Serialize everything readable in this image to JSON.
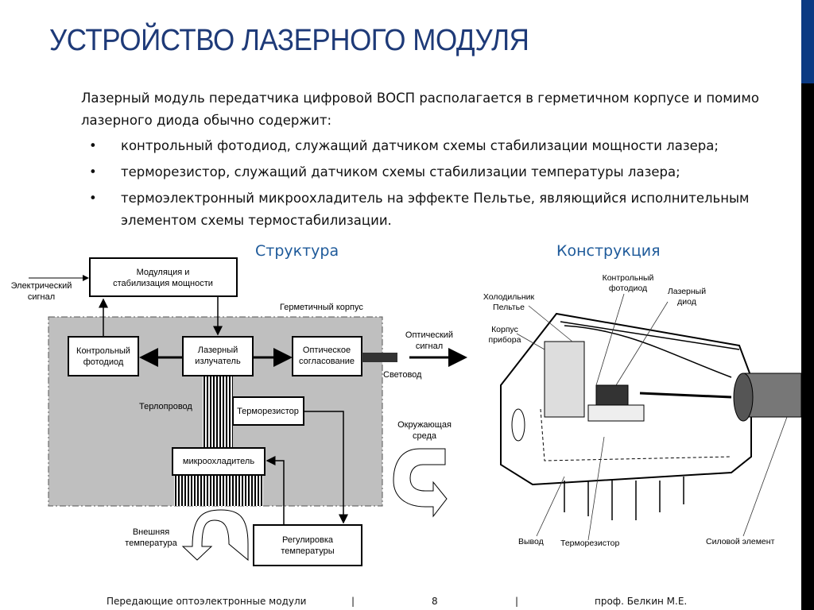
{
  "title": "УСТРОЙСТВО ЛАЗЕРНОГО МОДУЛЯ",
  "intro": "Лазерный  модуль передатчика цифровой ВОСП располагается в герметичном корпусе и помимо лазерного диода обычно содержит:",
  "bullets": [
    "контрольный фотодиод, служащий датчиком схемы стабилизации мощности лазера;",
    "терморезистор, служащий датчиком схемы стабилизации температуры лазера;",
    "термоэлектронный микроохладитель на эффекте Пельтье, являющийся исполнительным элементом схемы термостабилизации."
  ],
  "bullet_glyph": "•",
  "structure": {
    "heading": "Структура",
    "modulation_l1": "Модуляция и",
    "modulation_l2": "стабилизация мощности",
    "el_signal_l1": "Электрический",
    "el_signal_l2": "сигнал",
    "hermetic": "Герметичный корпус",
    "photodiode_l1": "Контрольный",
    "photodiode_l2": "фотодиод",
    "laser_l1": "Лазерный",
    "laser_l2": "излучатель",
    "optic_l1": "Оптическое",
    "optic_l2": "согласование",
    "opt_signal_l1": "Оптический",
    "opt_signal_l2": "сигнал",
    "fiber": "Световод",
    "heatpipe": "Терлопровод",
    "thermistor": "Терморезистор",
    "cooler": "микроохладитель",
    "ambient_l1": "Окружающая",
    "ambient_l2": "среда",
    "ext_temp_l1": "Внешняя",
    "ext_temp_l2": "температура",
    "regulation_l1": "Регулировка",
    "regulation_l2": "температуры"
  },
  "construction": {
    "heading": "Конструкция",
    "photodiode_l1": "Контрольный",
    "photodiode_l2": "фотодиод",
    "laser_l1": "Лазерный",
    "laser_l2": "диод",
    "peltier_l1": "Холодильник",
    "peltier_l2": "Пельтье",
    "case_l1": "Корпус",
    "case_l2": "прибора",
    "lead": "Вывод",
    "thermistor": "Терморезистор",
    "power": "Силовой элемент"
  },
  "footer": {
    "course": "Передающие оптоэлектронные модули",
    "sep": "|",
    "page": "8",
    "author": "проф. Белкин М.Е."
  },
  "colors": {
    "title": "#1e3a78",
    "accent_bar": "#0b3a83",
    "subhead": "#1e5a9a"
  }
}
